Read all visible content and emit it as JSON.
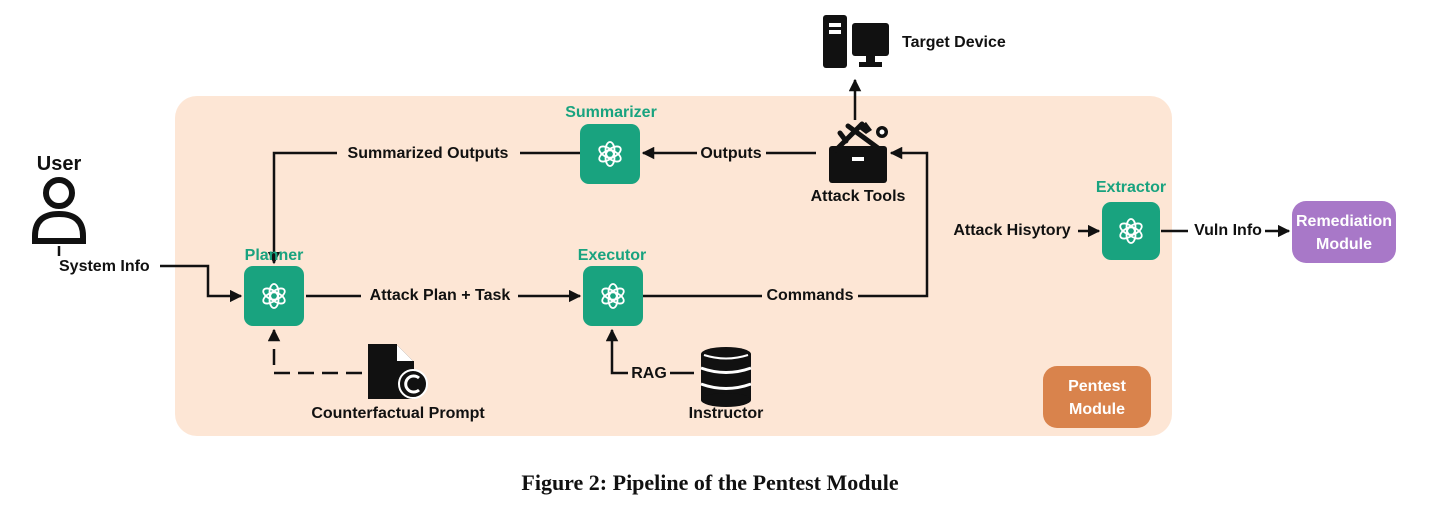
{
  "colors": {
    "pentest_bg": "#fde6d5",
    "agent_green": "#19a37f",
    "pentest_module_fill": "#d9834c",
    "remediation_module_fill": "#a878c8"
  },
  "user": {
    "label": "User",
    "icon": "user-icon"
  },
  "agents": {
    "summarizer": {
      "title": "Summarizer",
      "icon": "openai-icon"
    },
    "planner": {
      "title": "Planner",
      "icon": "openai-icon"
    },
    "executor": {
      "title": "Executor",
      "icon": "openai-icon"
    },
    "extractor": {
      "title": "Extractor",
      "icon": "openai-icon"
    }
  },
  "nodes": {
    "target_device": {
      "label": "Target Device",
      "icon": "desktop-computer-icon"
    },
    "attack_tools": {
      "label": "Attack Tools",
      "icon": "toolbox-icon"
    },
    "counterfactual": {
      "label": "Counterfactual Prompt",
      "icon": "document-icon"
    },
    "instructor": {
      "label": "Instructor",
      "icon": "database-icon"
    }
  },
  "modules": {
    "pentest": {
      "line1": "Pentest",
      "line2": "Module"
    },
    "remediation": {
      "line1": "Remediation",
      "line2": "Module"
    }
  },
  "edges": {
    "system_info": "System Info",
    "summarized_outputs": "Summarized Outputs",
    "outputs": "Outputs",
    "attack_plan": "Attack Plan + Task",
    "commands": "Commands",
    "attack_history": "Attack Hisytory",
    "vuln_info": "Vuln Info",
    "rag": "RAG"
  },
  "caption": "Figure 2: Pipeline of the Pentest Module"
}
